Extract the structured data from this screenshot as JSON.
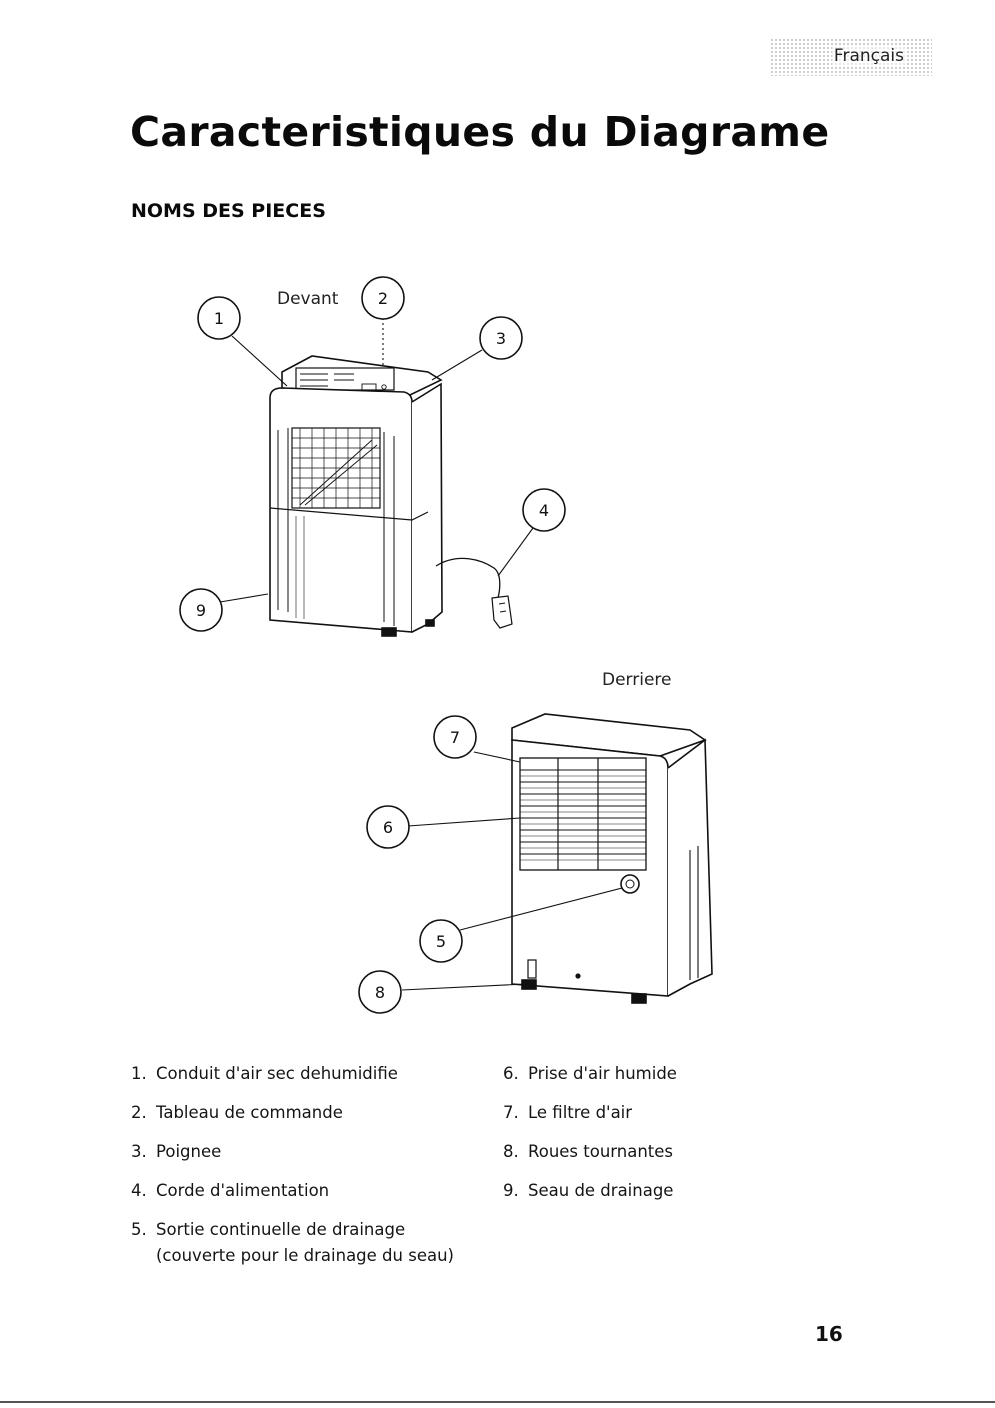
{
  "header": {
    "language_tab": "Français"
  },
  "title": "Caracteristiques du Diagrame",
  "section": {
    "heading": "NOMS DES PIECES"
  },
  "diagram": {
    "front_label": "Devant",
    "rear_label": "Derriere",
    "callouts": [
      "1",
      "2",
      "3",
      "4",
      "5",
      "6",
      "7",
      "8",
      "9"
    ]
  },
  "parts_left": [
    {
      "num": "1.",
      "text": "Conduit d'air sec dehumidifie"
    },
    {
      "num": "2.",
      "text": "Tableau de  commande"
    },
    {
      "num": "3.",
      "text": "Poignee"
    },
    {
      "num": "4.",
      "text": "Corde d'alimentation"
    },
    {
      "num": "5.",
      "text": "Sortie continuelle de drainage",
      "note": "(couverte pour le drainage du seau)"
    }
  ],
  "parts_right": [
    {
      "num": "6.",
      "text": "Prise d'air humide"
    },
    {
      "num": "7.",
      "text": "Le filtre d'air"
    },
    {
      "num": "8.",
      "text": "Roues tournantes"
    },
    {
      "num": "9.",
      "text": "Seau de drainage"
    }
  ],
  "footer": {
    "page_number": "16"
  }
}
